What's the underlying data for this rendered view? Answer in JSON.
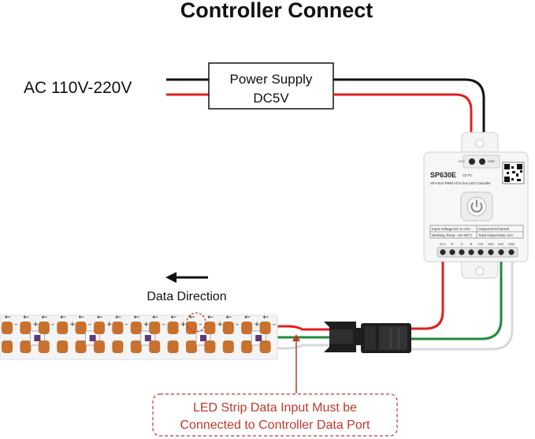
{
  "title": "Controller Connect",
  "ac_label": "AC 110V-220V",
  "power_supply": {
    "line1": "Power Supply",
    "line2": "DC5V"
  },
  "controller": {
    "model": "SP630E",
    "cert": "CE FC",
    "subtitle": "SPI+5CH PWM All in One LED Controller",
    "top_ports": [
      "VCC",
      "GND"
    ],
    "specs": {
      "input_voltage": "Input Voltage:DC 5~24V",
      "output": "Output:6A/Channel",
      "working_temp": "Working Temp: -15~60°C",
      "total_output": "Total Output:Max 12A"
    },
    "ports": [
      "VCC",
      "R",
      "G",
      "B",
      "CW",
      "WW",
      "DAT",
      "GND"
    ]
  },
  "data_direction": "Data Direction",
  "note": {
    "line1": "LED Strip Data Input Must be",
    "line2": "Connected to Controller Data Port"
  },
  "colors": {
    "red": "#e02020",
    "black": "#111111",
    "green": "#1f8a3a",
    "white_wire": "#d8d8d8",
    "pad": "#c8702e",
    "note": "#c0392b"
  }
}
